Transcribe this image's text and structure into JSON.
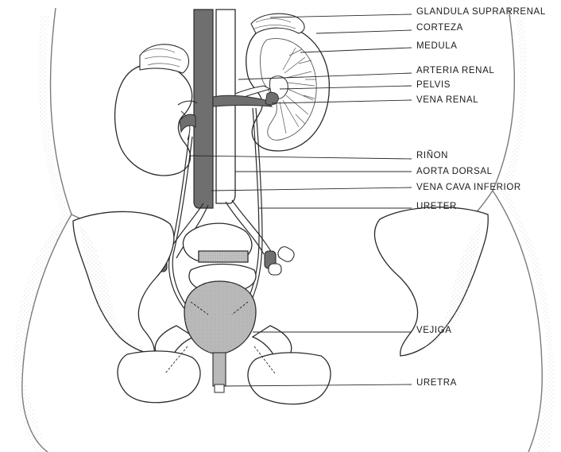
{
  "labels": {
    "glandula_suprarrenal": "GLANDULA SUPRARRENAL",
    "corteza": "CORTEZA",
    "medula": "MEDULA",
    "arteria_renal": "ARTERIA RENAL",
    "pelvis": "PELVIS",
    "vena_renal": "VENA RENAL",
    "rinon": "RIÑON",
    "aorta_dorsal": "AORTA DORSAL",
    "vena_cava_inferior": "VENA CAVA INFERIOR",
    "ureter": "URETER",
    "vejiga": "VEJIGA",
    "uretra": "URETRA"
  },
  "colors": {
    "ink": "#2a2a2a",
    "vessel": "#6f6f6f",
    "bladder": "#b9b9b9",
    "stipple": "#9a9a9a"
  }
}
